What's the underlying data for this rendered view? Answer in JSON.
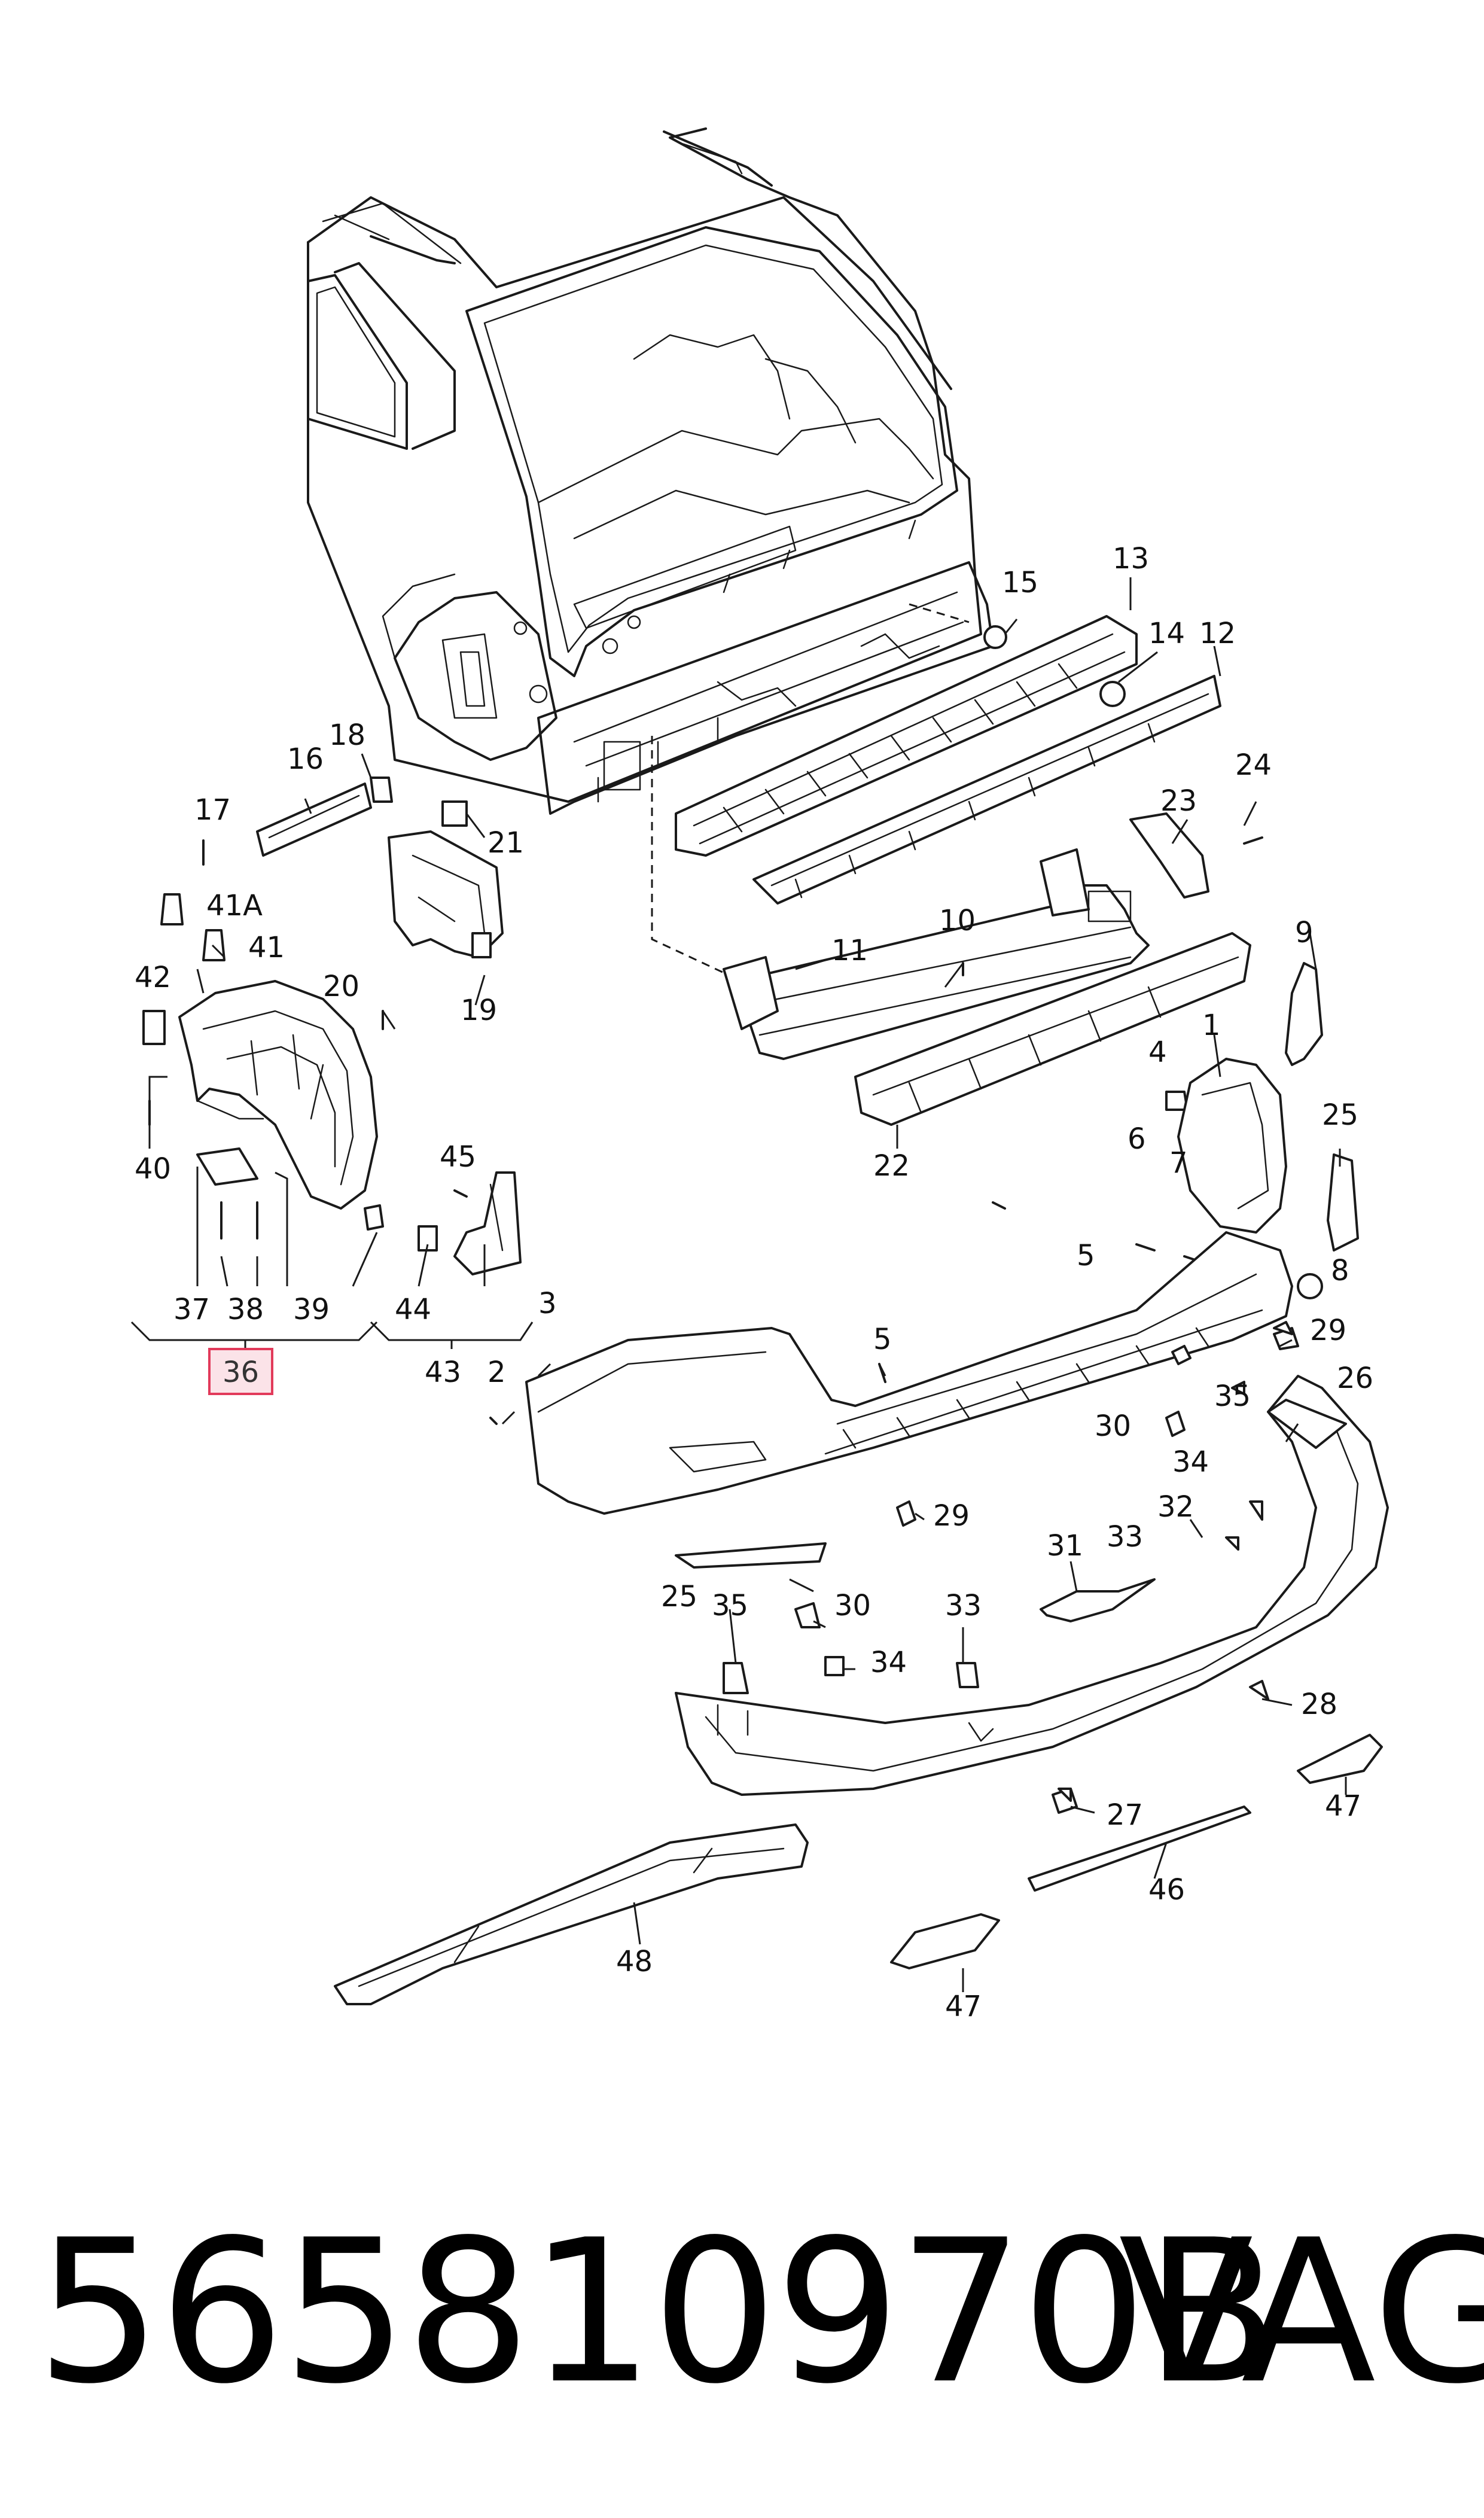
{
  "callouts": {
    "c1": "1",
    "c2": "2",
    "c3": "3",
    "c4": "4",
    "c5a": "5",
    "c5b": "5",
    "c6": "6",
    "c7": "7",
    "c8": "8",
    "c9": "9",
    "c10": "10",
    "c11": "11",
    "c12": "12",
    "c13": "13",
    "c14": "14",
    "c15": "15",
    "c16": "16",
    "c17": "17",
    "c18": "18",
    "c19": "19",
    "c20": "20",
    "c21": "21",
    "c22": "22",
    "c23": "23",
    "c24": "24",
    "c25a": "25",
    "c25b": "25",
    "c26": "26",
    "c27": "27",
    "c28": "28",
    "c29a": "29",
    "c29b": "29",
    "c30a": "30",
    "c30b": "30",
    "c31": "31",
    "c32": "32",
    "c33a": "33",
    "c33b": "33",
    "c34a": "34",
    "c34b": "34",
    "c35a": "35",
    "c35b": "35",
    "c36": "36",
    "c37": "37",
    "c38": "38",
    "c39": "39",
    "c40": "40",
    "c41": "41",
    "c41a": "41A",
    "c42": "42",
    "c43": "43",
    "c44": "44",
    "c45": "45",
    "c46": "46",
    "c47a": "47",
    "c47b": "47",
    "c48": "48"
  },
  "highlight": {
    "color": "#e23a5a",
    "fill": "#fbe3e8"
  },
  "footer": {
    "part_number": "565810970B",
    "brand": "VAG"
  }
}
